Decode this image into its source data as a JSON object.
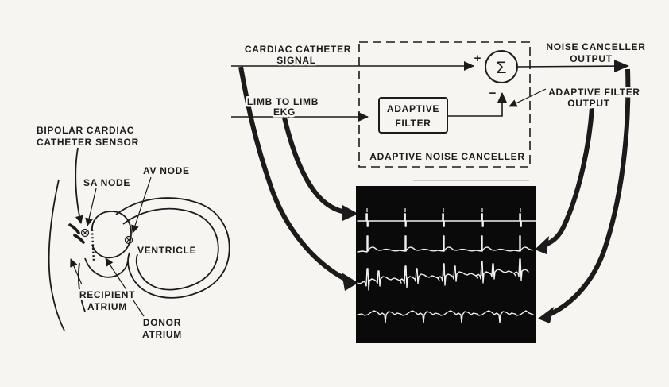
{
  "figure": {
    "description_labels": {
      "heart": {
        "bipolar_line1": "BIPOLAR CARDIAC",
        "bipolar_line2": "CATHETER SENSOR",
        "sa_node": "SA NODE",
        "av_node": "AV NODE",
        "ventricle": "VENTRICLE",
        "recipient_line1": "RECIPIENT",
        "recipient_line2": "ATRIUM",
        "donor_line1": "DONOR",
        "donor_line2": "ATRIUM"
      },
      "canceller": {
        "input_line1": "CARDIAC CATHETER",
        "input_line2": "SIGNAL",
        "reference_line1": "LIMB TO LIMB",
        "reference_line2": "EKG",
        "filter_line1": "ADAPTIVE",
        "filter_line2": "FILTER",
        "box_label": "ADAPTIVE NOISE CANCELLER",
        "sum_symbol": "Σ",
        "plus_sign": "+",
        "minus_sign": "−",
        "output_line1": "NOISE CANCELLER",
        "output_line2": "OUTPUT",
        "filter_output_line1": "ADAPTIVE FILTER",
        "filter_output_line2": "OUTPUT"
      }
    },
    "scope": {
      "trace_names": [
        "limb-to-limb-ekg",
        "adaptive-filter-output",
        "cardiac-catheter-signal",
        "noise-canceller-output"
      ],
      "beats_per_trace": 5
    }
  },
  "colors": {
    "paper": "#f6f5f2",
    "ink": "#1b1b1b",
    "scope_bg": "#0a0a0a",
    "trace": "#f1f1ef"
  }
}
